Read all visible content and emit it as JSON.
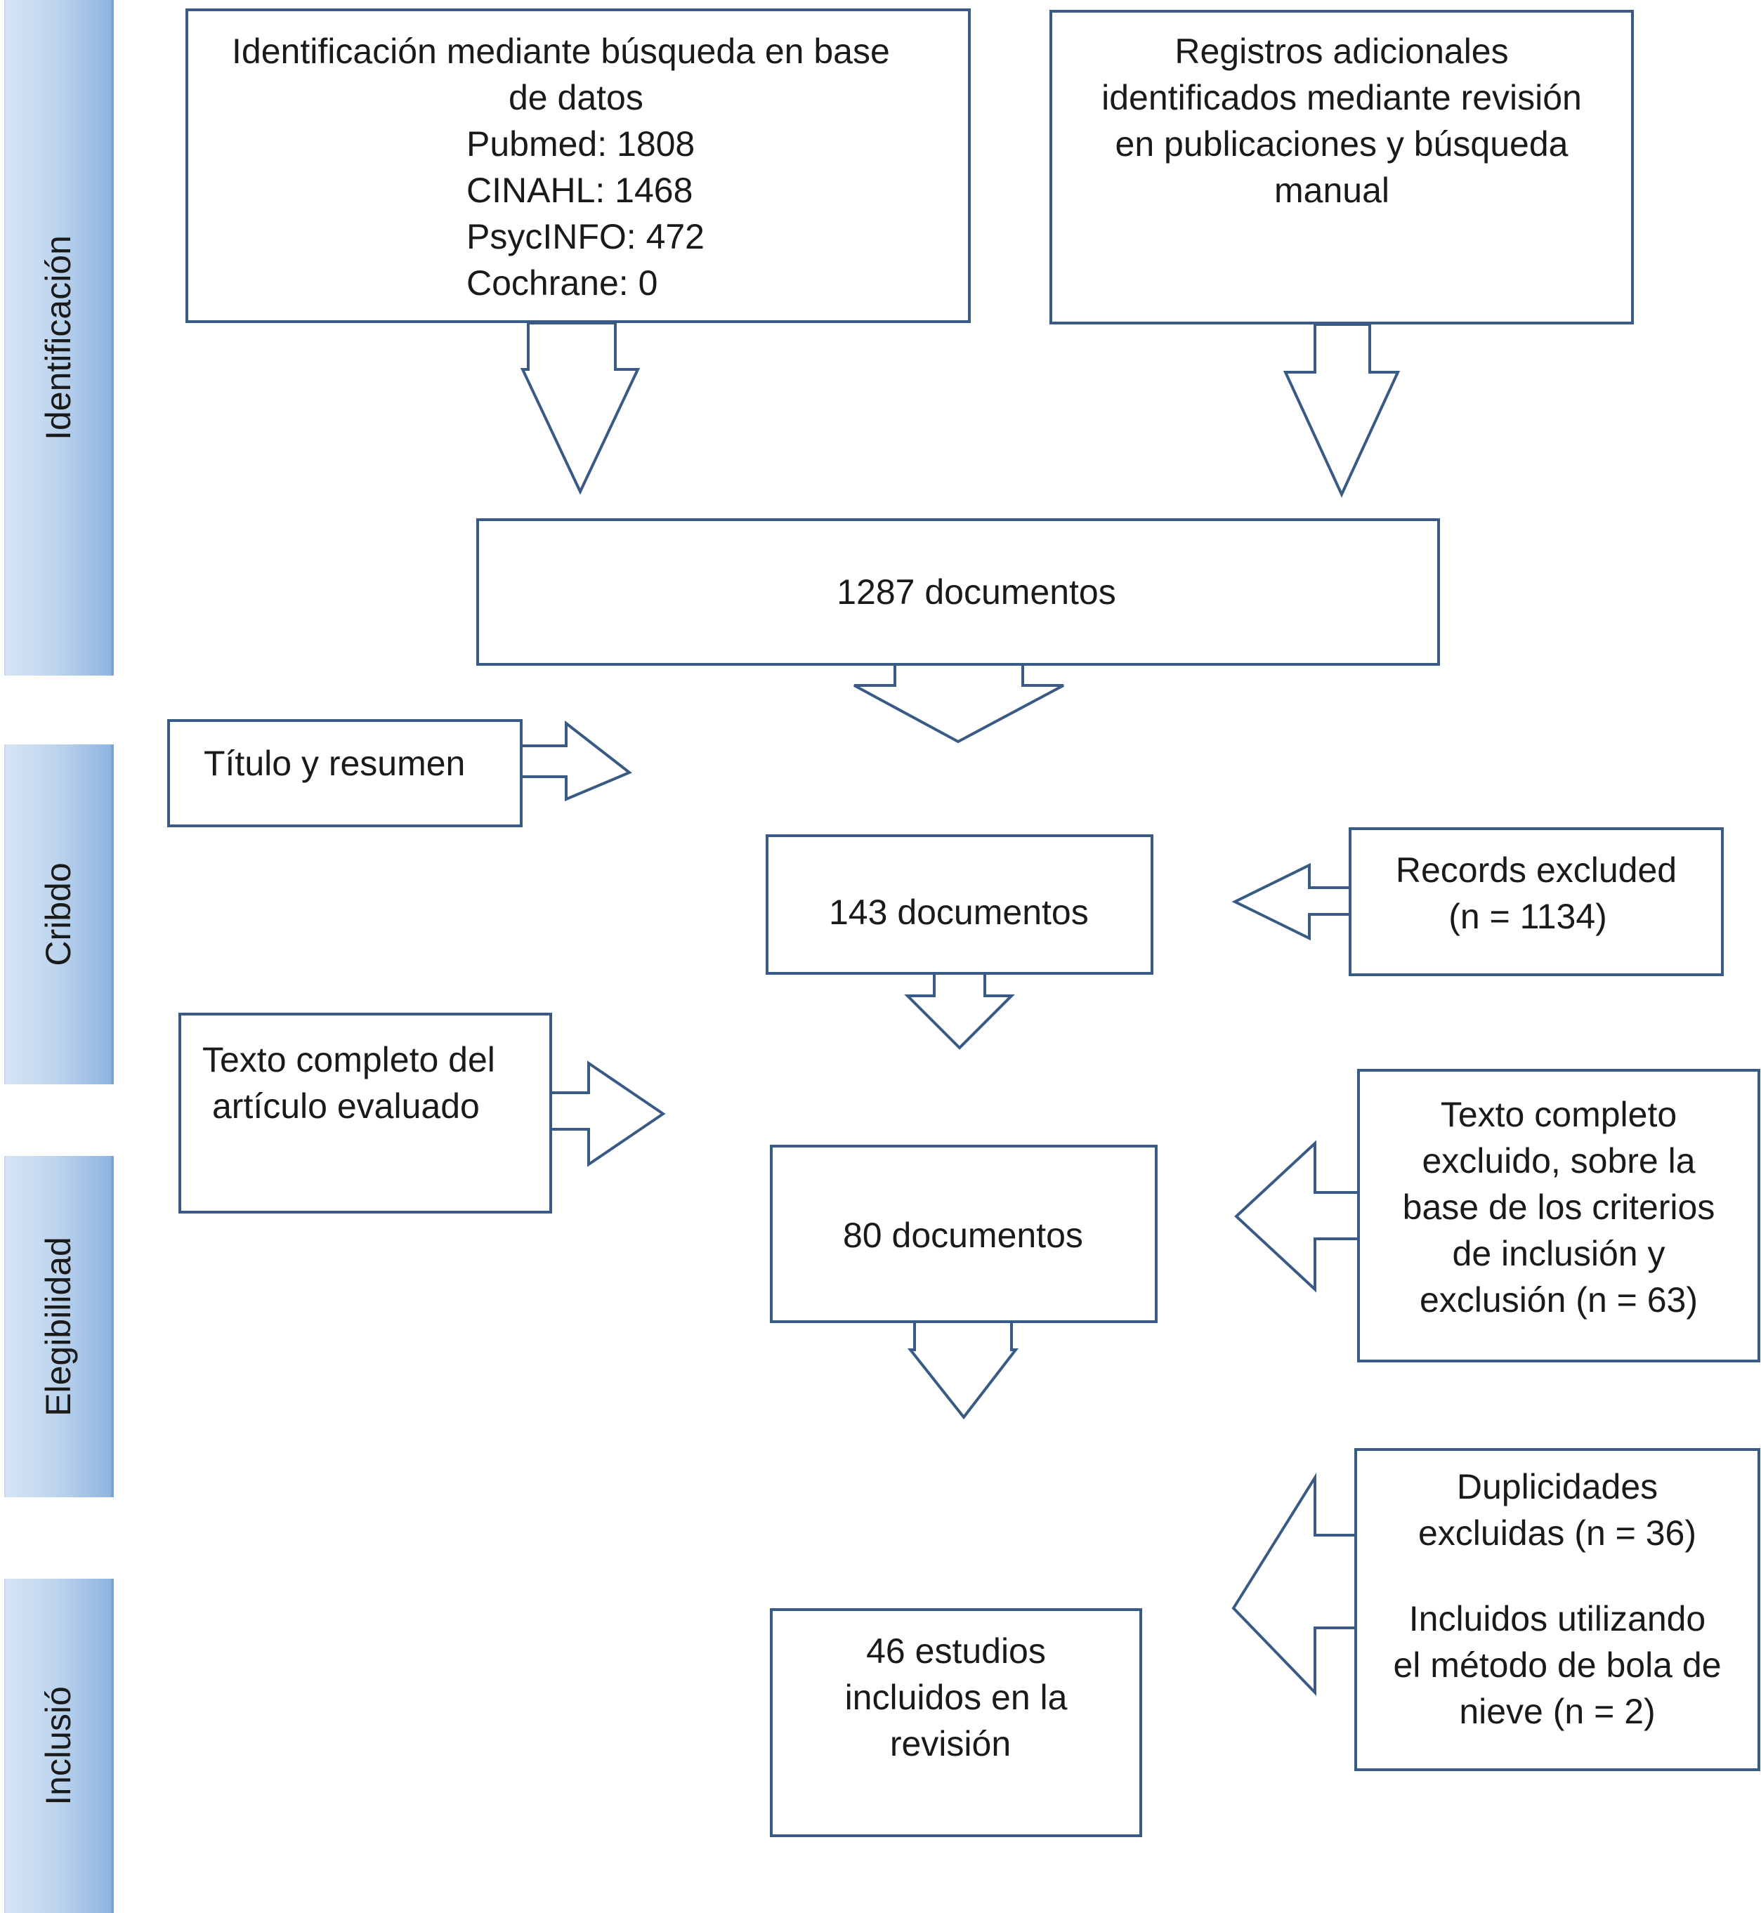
{
  "phases": {
    "identification": "Identificación",
    "screening": "Cribdo",
    "eligibility": "Elegibilidad",
    "inclusion": "Inclusió"
  },
  "boxes": {
    "database_search": {
      "line1": "Identificación mediante búsqueda en base",
      "line2": "de datos",
      "pubmed": "Pubmed: 1808",
      "cinahl": "CINAHL: 1468",
      "psycinfo": "PsycINFO: 472",
      "cochrane": "Cochrane: 0"
    },
    "additional_records": [
      "Registros adicionales",
      "identificados mediante revisión",
      "en publicaciones y búsqueda",
      "manual"
    ],
    "total_documents": "1287 documentos",
    "title_abstract": "Título y resumen",
    "screened_documents": "143 documentos",
    "records_excluded": [
      "Records excluded",
      "(n = 1134)"
    ],
    "full_text_assessed": [
      "Texto completo del",
      "artículo evaluado"
    ],
    "eligible_documents": "80 documentos",
    "full_text_excluded": [
      "Texto completo",
      "excluido, sobre la",
      "base de los criterios",
      "de inclusión y",
      "exclusión (n = 63)"
    ],
    "duplicates": [
      "Duplicidades",
      "excluidas (n = 36)"
    ],
    "snowball": [
      "Incluidos utilizando",
      "el método de bola de",
      "nieve (n = 2)"
    ],
    "included_studies": [
      "46 estudios",
      "incluidos en la",
      "revisión"
    ]
  },
  "colors": {
    "border": "#3a5a86",
    "phase_fill": "#c0d6ee",
    "phase_edge": "#7aa6d6"
  }
}
